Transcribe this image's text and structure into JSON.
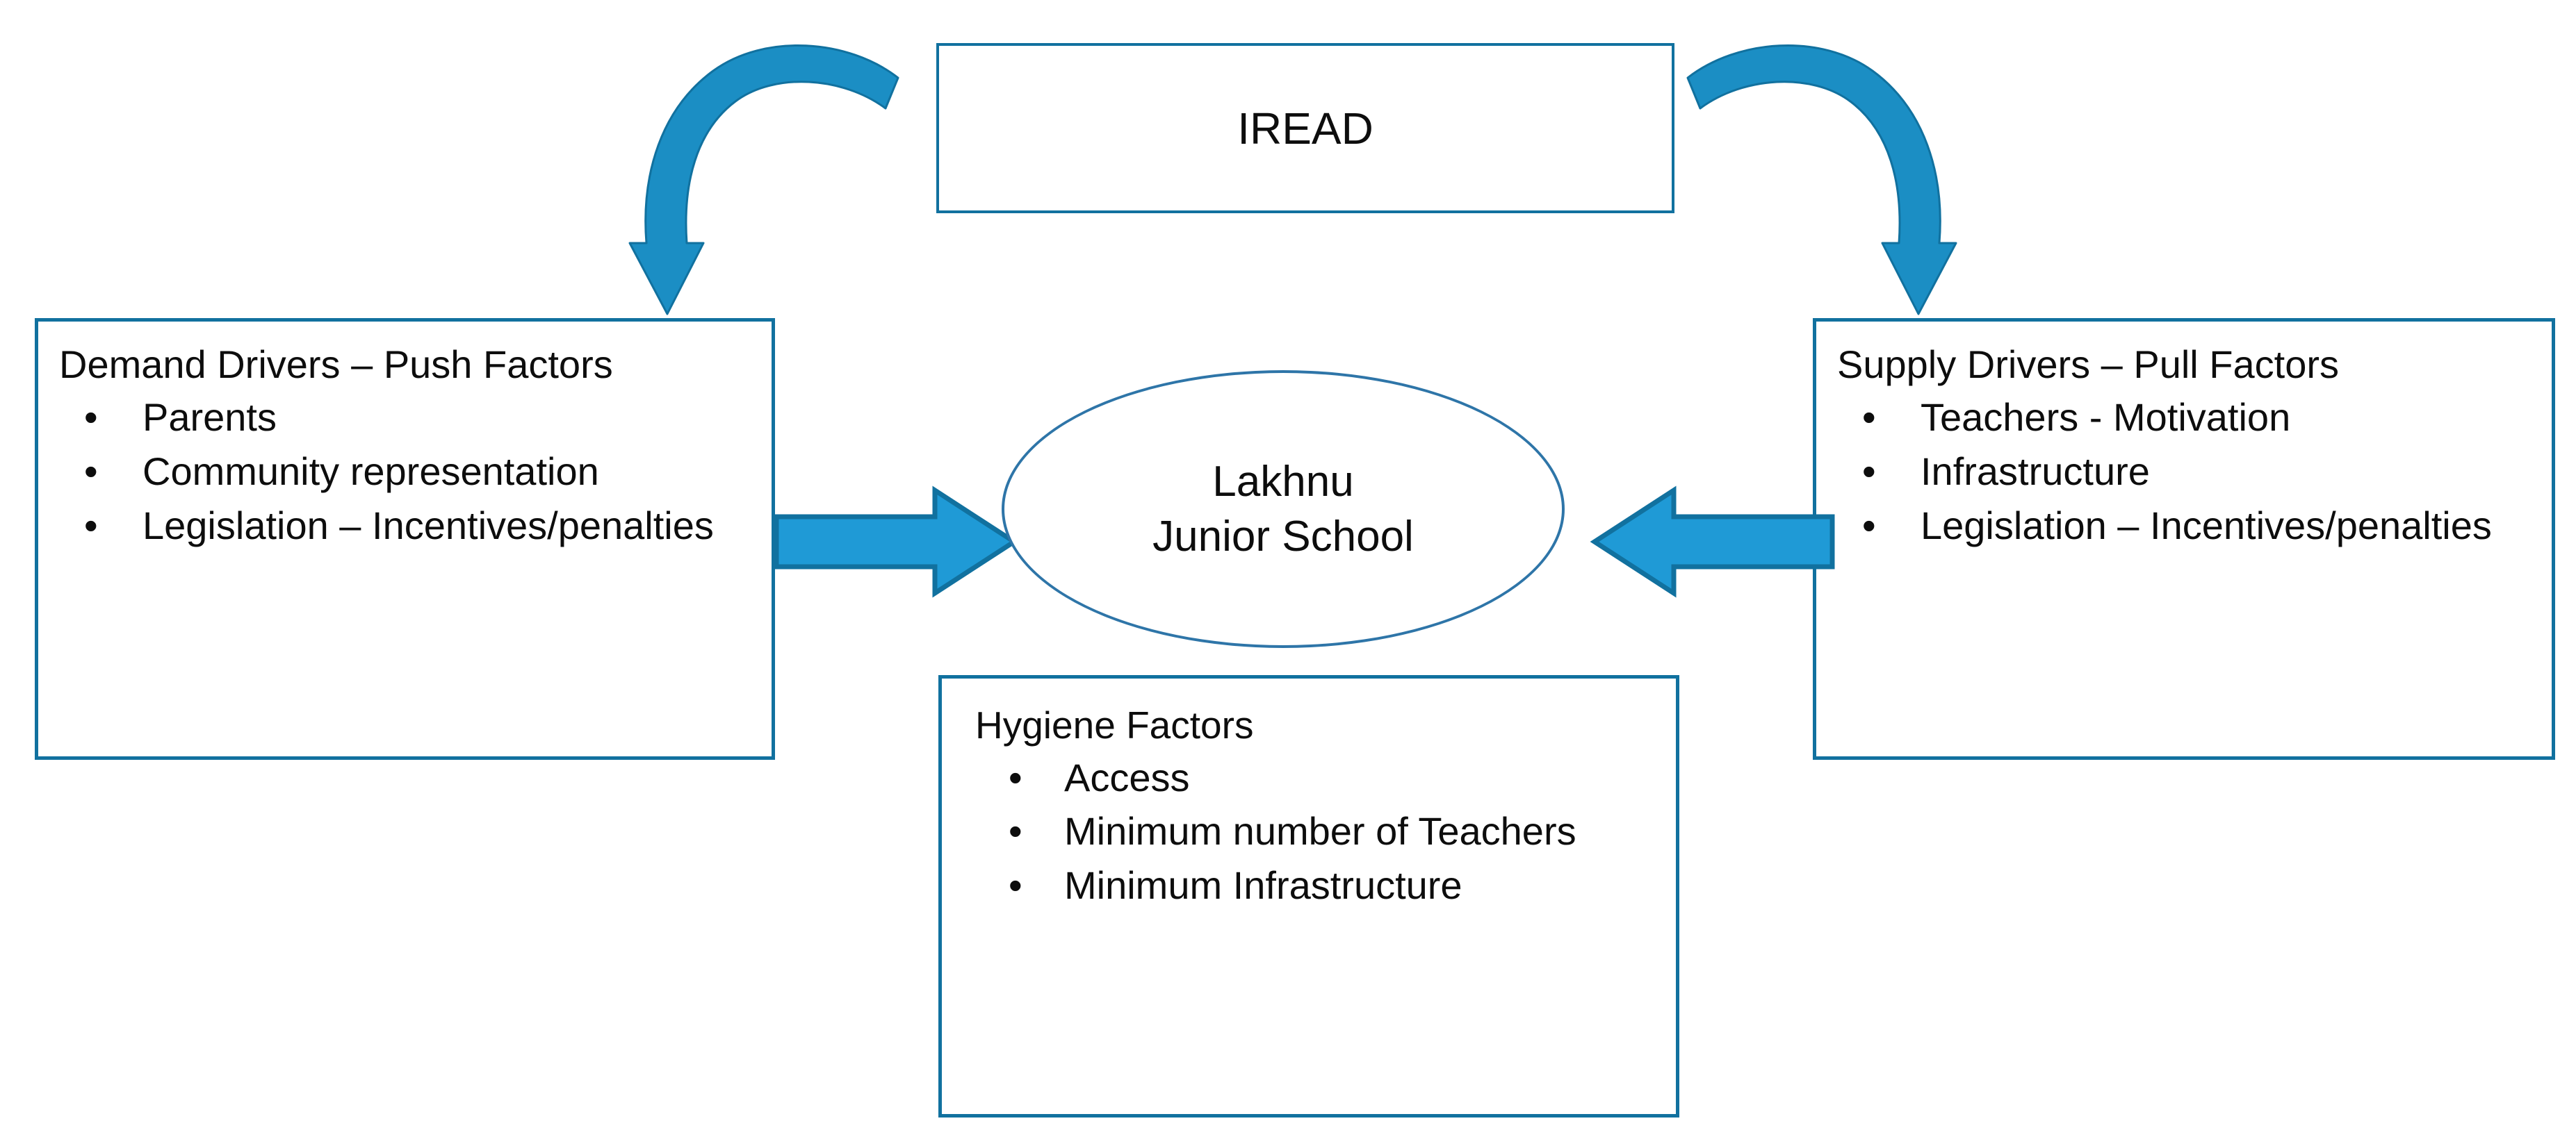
{
  "diagram": {
    "title_box": {
      "label": "IREAD"
    },
    "center": {
      "line1": "Lakhnu",
      "line2": "Junior School"
    },
    "left_panel": {
      "heading": "Demand Drivers – Push Factors",
      "bullet_glyph": "•",
      "items": [
        "Parents",
        "Community representation",
        "Legislation – Incentives/penalties"
      ]
    },
    "right_panel": {
      "heading": "Supply Drivers – Pull Factors",
      "bullet_glyph": "•",
      "items": [
        "Teachers - Motivation",
        "Infrastructure",
        "Legislation – Incentives/penalties"
      ]
    },
    "bottom_panel": {
      "heading": "Hygiene Factors",
      "bullet_glyph": "•",
      "items": [
        "Access",
        "Minimum number of Teachers",
        "Minimum Infrastructure"
      ]
    },
    "connectors": [
      {
        "name": "push-arrow",
        "icon": "arrow-right-icon",
        "direction": "right"
      },
      {
        "name": "pull-arrow",
        "icon": "arrow-left-icon",
        "direction": "left"
      },
      {
        "name": "iread-to-demand",
        "icon": "curved-arrow-down-left-icon",
        "direction": "curve-down"
      },
      {
        "name": "iread-to-supply",
        "icon": "curved-arrow-down-right-icon",
        "direction": "curve-down"
      }
    ],
    "colors": {
      "border_blue": "#11719f",
      "arrow_fill": "#1f9ad6",
      "arrow_outline": "#11719f",
      "curve_arrow": "#1b8ec4",
      "ellipse_outline": "#2e75a8",
      "text": "#0d0d0d",
      "background": "#ffffff"
    }
  }
}
